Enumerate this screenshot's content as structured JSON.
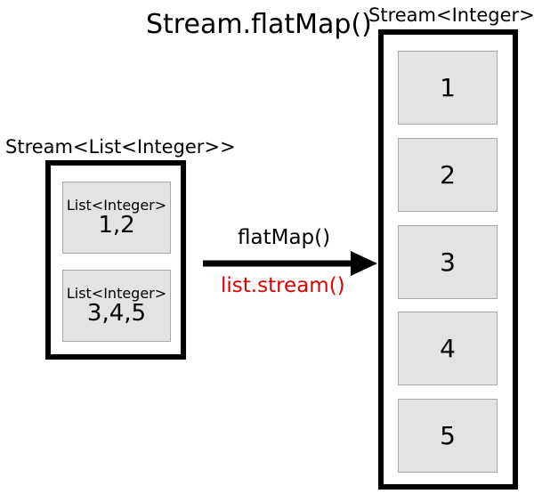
{
  "diagram": {
    "type": "flow-diagram",
    "title": "Stream.flatMap()",
    "colors": {
      "stroke": "#000000",
      "element_fill": "#e3e3e3",
      "element_border": "#a8a8a8",
      "accent_red": "#e00000",
      "background": "#ffffff"
    },
    "source": {
      "label": "Stream<List<Integer>>",
      "elements": [
        {
          "type_label": "List<Integer>",
          "values": "1,2"
        },
        {
          "type_label": "List<Integer>",
          "values": "3,4,5"
        }
      ]
    },
    "transform": {
      "label_top": "flatMap()",
      "label_bottom": "list.stream()",
      "arrow_direction": "right"
    },
    "result": {
      "label": "Stream<Integer>",
      "elements": [
        {
          "value": "1"
        },
        {
          "value": "2"
        },
        {
          "value": "3"
        },
        {
          "value": "4"
        },
        {
          "value": "5"
        }
      ]
    }
  }
}
